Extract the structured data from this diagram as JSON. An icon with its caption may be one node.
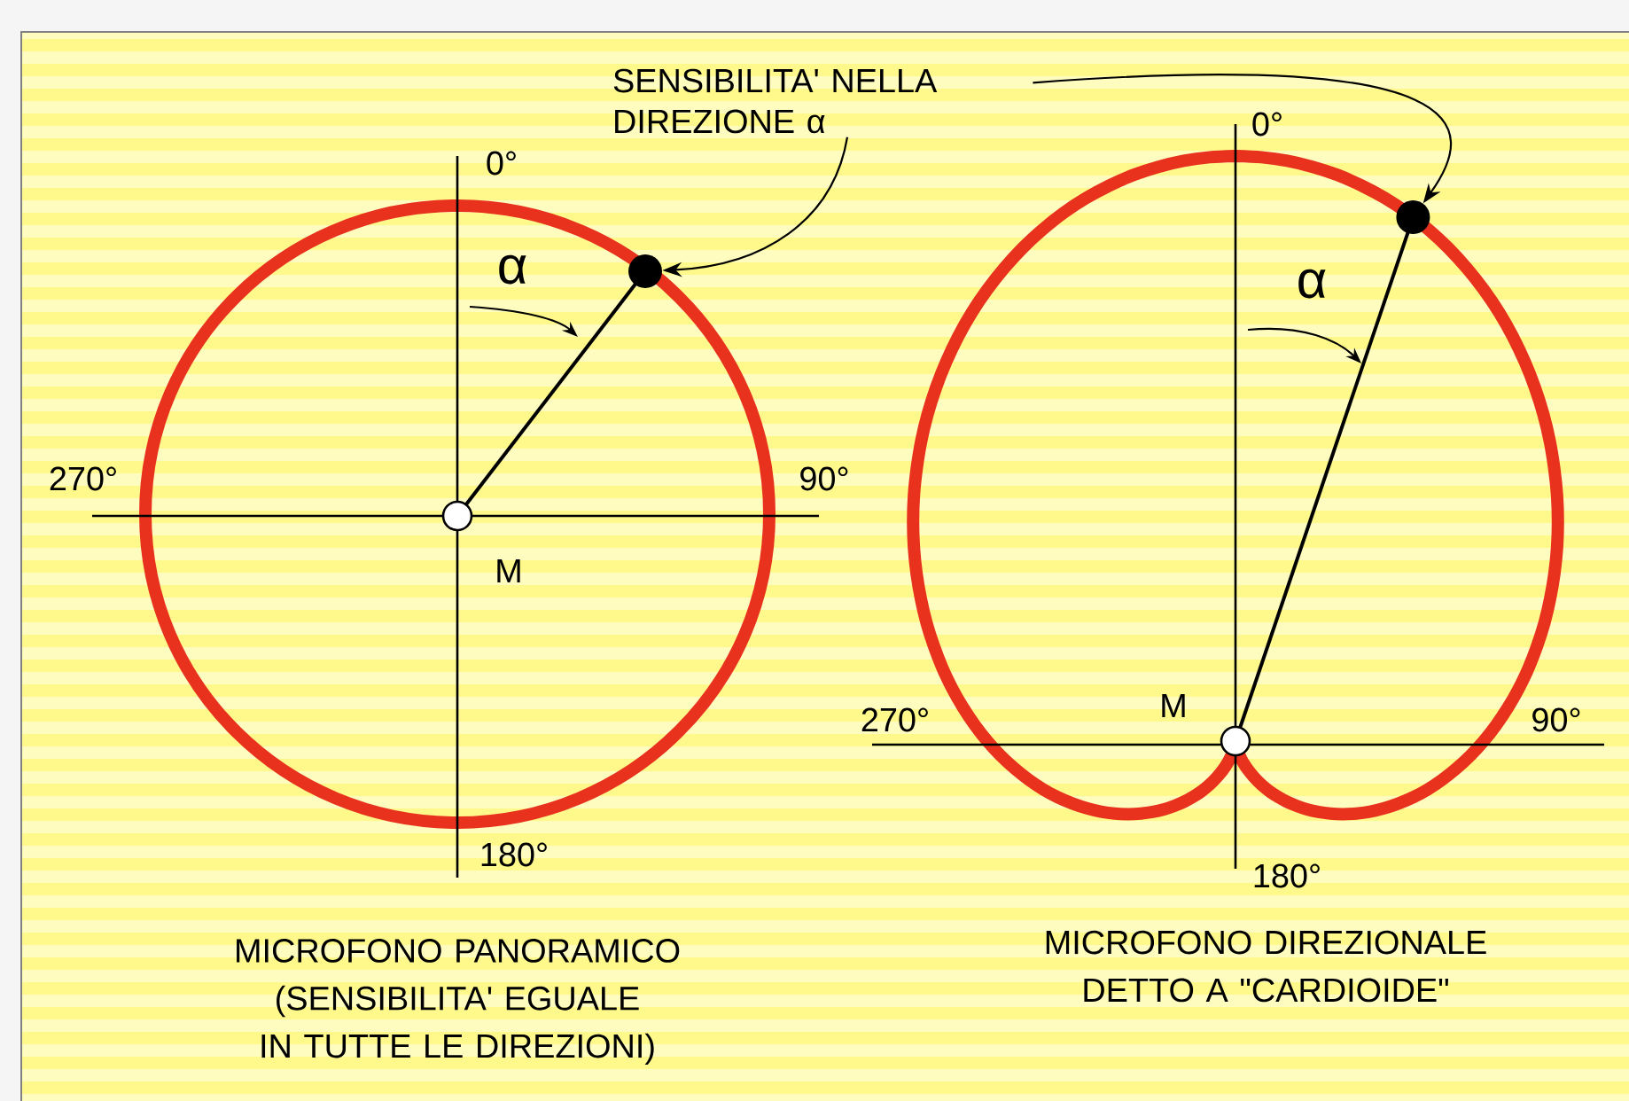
{
  "diagram": {
    "nodes": [
      {
        "text": [
          "SENSIBILITA' NELLA DIREZIONE α"
        ]
      },
      {
        "text": [],
        "shape": "circle"
      },
      {
        "text": [],
        "shape": "circle"
      }
    ],
    "edges": [
      {
        "from": 0,
        "to": 1,
        "arrow": "to"
      },
      {
        "from": 0,
        "to": 2,
        "arrow": "to"
      }
    ],
    "labels": [
      "0°",
      "α",
      "270°",
      "90°",
      "M",
      "180°",
      "0°",
      "α",
      "M",
      "270°",
      "90°",
      "180°",
      "MICROFONO PANORAMICO (SENSIBILITA' EGUALE IN TUTTE LE DIREZIONI)",
      "MICROFONO DIREZIONALE DETTO A \"CARDIOIDE\""
    ]
  }
}
